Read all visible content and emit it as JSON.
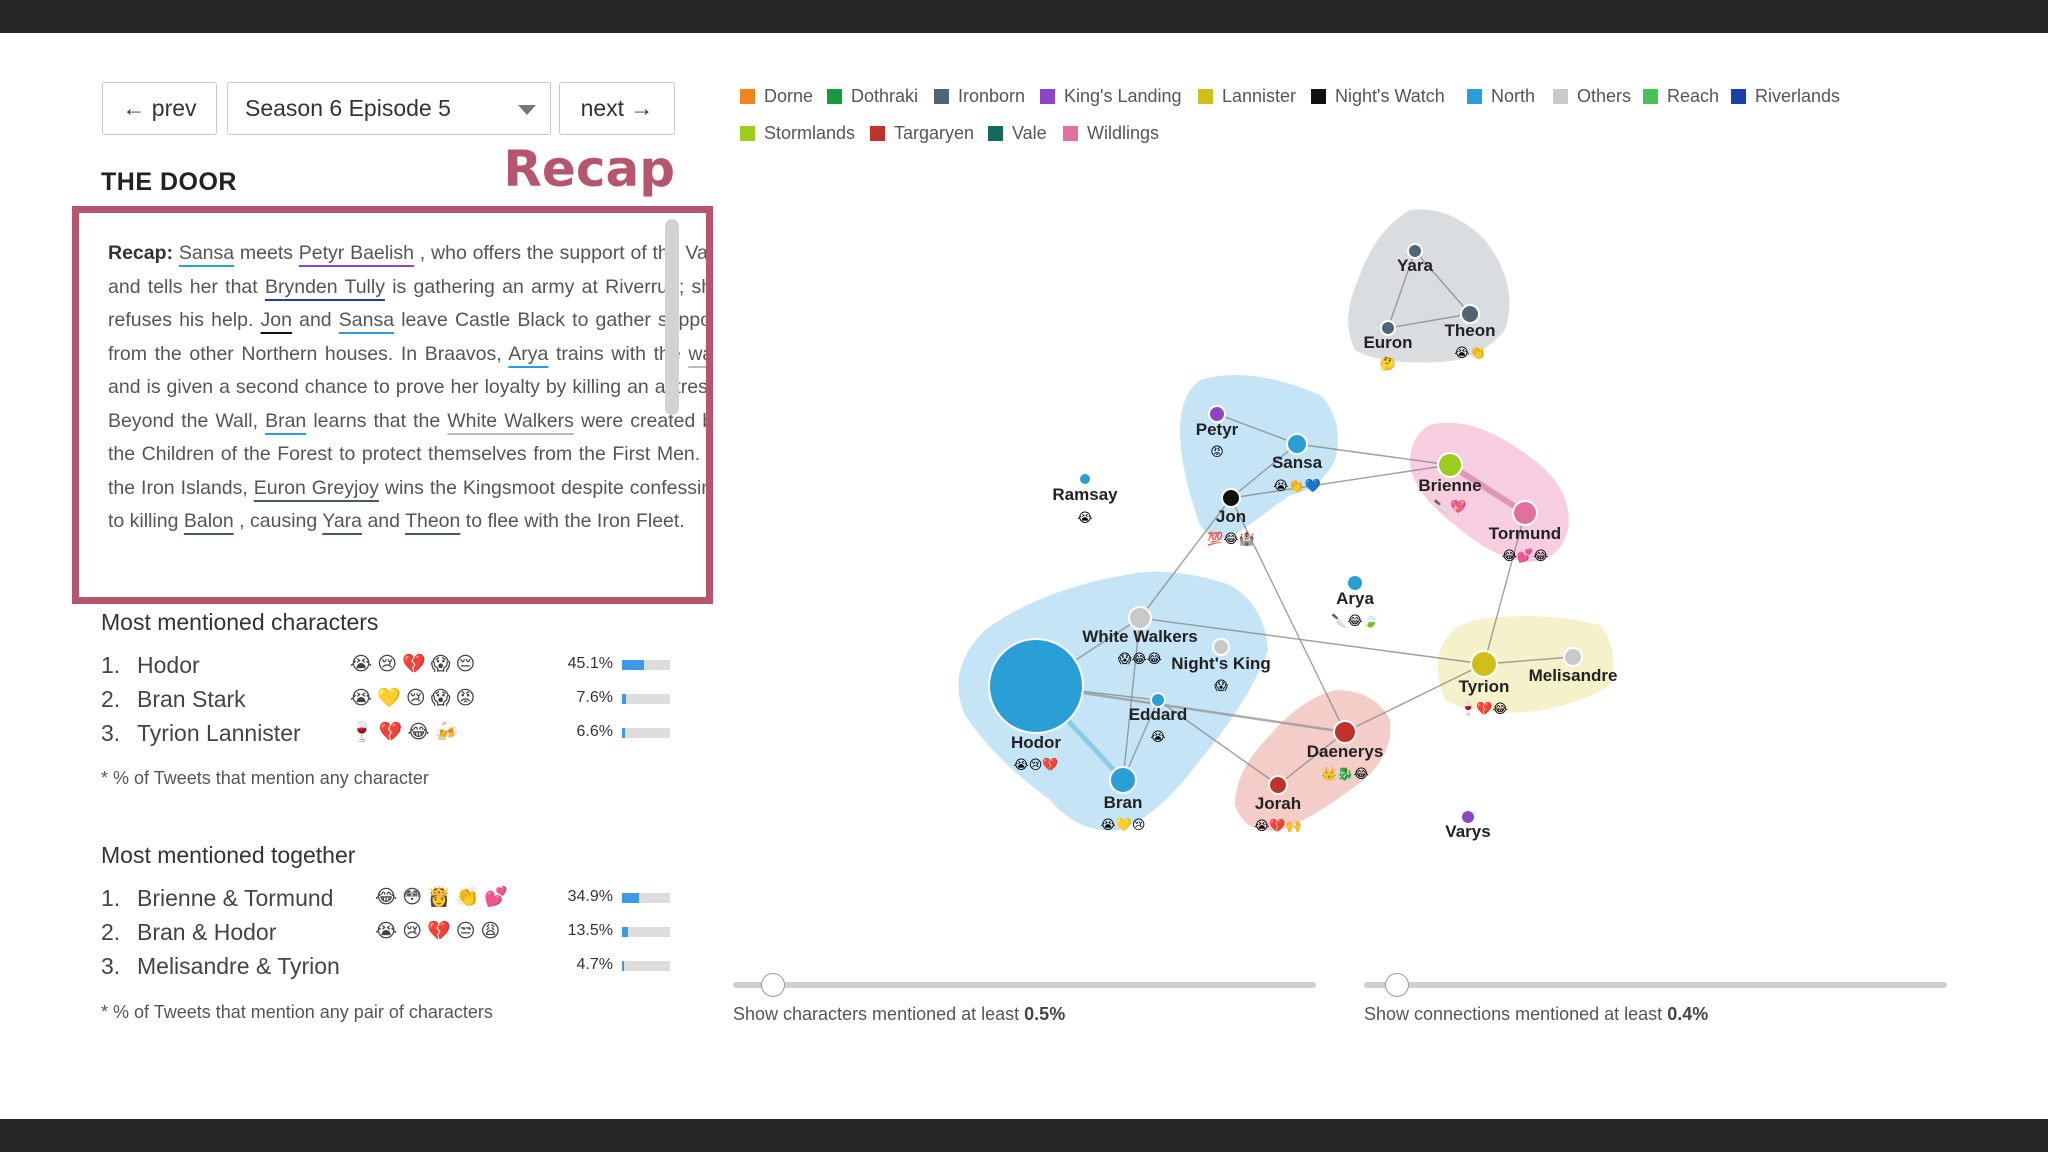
{
  "nav": {
    "prev_label": "← prev",
    "next_label": "next →",
    "episode": "Season 6 Episode 5"
  },
  "episode_title": "THE DOOR",
  "recap_tag": "Recap",
  "recap": {
    "lead": "Recap:",
    "segments": [
      {
        "t": " "
      },
      {
        "t": "Sansa",
        "c": "#2a9fd6"
      },
      {
        "t": " meets "
      },
      {
        "t": "Petyr Baelish",
        "c": "#8e44c4"
      },
      {
        "t": " , who offers the support of the Vale and tells her that "
      },
      {
        "t": "Brynden Tully",
        "c": "#1d3fa8"
      },
      {
        "t": " is gathering an army at Riverrun; she refuses his help. "
      },
      {
        "t": "Jon",
        "c": "#111111"
      },
      {
        "t": " and "
      },
      {
        "t": "Sansa",
        "c": "#2a9fd6"
      },
      {
        "t": " leave Castle Black to gather support from the other Northern houses. In Braavos, "
      },
      {
        "t": "Arya",
        "c": "#2a9fd6"
      },
      {
        "t": " trains with the "
      },
      {
        "t": "waif",
        "c": "#bbbbbb"
      },
      {
        "t": " and is given a second chance to prove her loyalty by killing an actress. Beyond the Wall, "
      },
      {
        "t": "Bran",
        "c": "#2a9fd6"
      },
      {
        "t": " learns that the "
      },
      {
        "t": "White Walkers",
        "c": "#bbbbbb"
      },
      {
        "t": " were created by the Children of the Forest to protect themselves from the First Men. In the Iron Islands, "
      },
      {
        "t": "Euron Greyjoy",
        "c": "#455a64"
      },
      {
        "t": " wins the Kingsmoot despite confessing to killing "
      },
      {
        "t": "Balon",
        "c": "#455a64"
      },
      {
        "t": " , causing "
      },
      {
        "t": "Yara",
        "c": "#455a64"
      },
      {
        "t": " and "
      },
      {
        "t": "Theon",
        "c": "#455a64"
      },
      {
        "t": " to flee with the Iron Fleet."
      }
    ]
  },
  "most_mentioned": {
    "title": "Most mentioned characters",
    "rows": [
      {
        "rank": "1.",
        "name": "Hodor",
        "emoji": [
          "😭",
          "😢",
          "💔",
          "😱",
          "😔"
        ],
        "pct": "45.1%",
        "value": 0.451
      },
      {
        "rank": "2.",
        "name": "Bran Stark",
        "emoji": [
          "😭",
          "💛",
          "😢",
          "😱",
          "😡"
        ],
        "pct": "7.6%",
        "value": 0.076
      },
      {
        "rank": "3.",
        "name": "Tyrion Lannister",
        "emoji": [
          "🍷",
          "💔",
          "😂",
          "🍻"
        ],
        "pct": "6.6%",
        "value": 0.066
      }
    ],
    "footnote": "* % of Tweets that mention any character"
  },
  "most_together": {
    "title": "Most mentioned together",
    "rows": [
      {
        "rank": "1.",
        "name": "Brienne & Tormund",
        "emoji": [
          "😂",
          "😳",
          "👸",
          "👏",
          "💕"
        ],
        "pct": "34.9%",
        "value": 0.349
      },
      {
        "rank": "2.",
        "name": "Bran & Hodor",
        "emoji": [
          "😭",
          "😢",
          "💔",
          "😒",
          "😩"
        ],
        "pct": "13.5%",
        "value": 0.135
      },
      {
        "rank": "3.",
        "name": "Melisandre & Tyrion",
        "emoji": [],
        "pct": "4.7%",
        "value": 0.047
      }
    ],
    "footnote": "* % of Tweets that mention any pair of characters"
  },
  "legend": [
    {
      "label": "Dorne",
      "color": "#f0841e"
    },
    {
      "label": "Dothraki",
      "color": "#169b3d"
    },
    {
      "label": "Ironborn",
      "color": "#4f6574"
    },
    {
      "label": "King's Landing",
      "color": "#8e44c4"
    },
    {
      "label": "Lannister",
      "color": "#d1bf19"
    },
    {
      "label": "Night's Watch",
      "color": "#111111"
    },
    {
      "label": "North",
      "color": "#2a9fd6"
    },
    {
      "label": "Others",
      "color": "#c9c9c9"
    },
    {
      "label": "Reach",
      "color": "#48c255"
    },
    {
      "label": "Riverlands",
      "color": "#1d3fa8"
    },
    {
      "label": "Stormlands",
      "color": "#9ccc1e"
    },
    {
      "label": "Targaryen",
      "color": "#c0332a"
    },
    {
      "label": "Vale",
      "color": "#15695f"
    },
    {
      "label": "Wildlings",
      "color": "#e0709e"
    }
  ],
  "network": {
    "nodes": [
      {
        "id": "yara",
        "label": "Yara",
        "house": "Ironborn",
        "emoji": ""
      },
      {
        "id": "euron",
        "label": "Euron",
        "house": "Ironborn",
        "emoji": "🤔"
      },
      {
        "id": "theon",
        "label": "Theon",
        "house": "Ironborn",
        "emoji": "😭👏"
      },
      {
        "id": "petyr",
        "label": "Petyr",
        "house": "King's Landing",
        "emoji": "😡"
      },
      {
        "id": "sansa",
        "label": "Sansa",
        "house": "North",
        "emoji": "😭👏💙"
      },
      {
        "id": "jon",
        "label": "Jon",
        "house": "Night's Watch",
        "emoji": "💯😂🏰"
      },
      {
        "id": "ramsay",
        "label": "Ramsay",
        "house": "North",
        "emoji": "😭"
      },
      {
        "id": "brienne",
        "label": "Brienne",
        "house": "Stormlands",
        "emoji": "🔪💖"
      },
      {
        "id": "tormund",
        "label": "Tormund",
        "house": "Wildlings",
        "emoji": "😂💕😂"
      },
      {
        "id": "arya",
        "label": "Arya",
        "house": "North",
        "emoji": "🔪😂🍃"
      },
      {
        "id": "whitewalkers",
        "label": "White Walkers",
        "house": "Others",
        "emoji": "😱😂😂"
      },
      {
        "id": "nightsking",
        "label": "Night's King",
        "house": "Others",
        "emoji": "😱"
      },
      {
        "id": "hodor",
        "label": "Hodor",
        "house": "North",
        "emoji": "😭😢💔"
      },
      {
        "id": "eddard",
        "label": "Eddard",
        "house": "North",
        "emoji": "😭"
      },
      {
        "id": "bran",
        "label": "Bran",
        "house": "North",
        "emoji": "😭💛😢"
      },
      {
        "id": "daenerys",
        "label": "Daenerys",
        "house": "Targaryen",
        "emoji": "👑🐉😂"
      },
      {
        "id": "jorah",
        "label": "Jorah",
        "house": "Targaryen",
        "emoji": "😭💔🙌"
      },
      {
        "id": "tyrion",
        "label": "Tyrion",
        "house": "Lannister",
        "emoji": "🍷💔😂"
      },
      {
        "id": "melisandre",
        "label": "Melisandre",
        "house": "Others",
        "emoji": ""
      },
      {
        "id": "varys",
        "label": "Varys",
        "house": "King's Landing",
        "emoji": ""
      }
    ]
  },
  "sliders": [
    {
      "label": "Show characters mentioned at least",
      "value": "0.5%"
    },
    {
      "label": "Show connections mentioned at least",
      "value": "0.4%"
    }
  ]
}
